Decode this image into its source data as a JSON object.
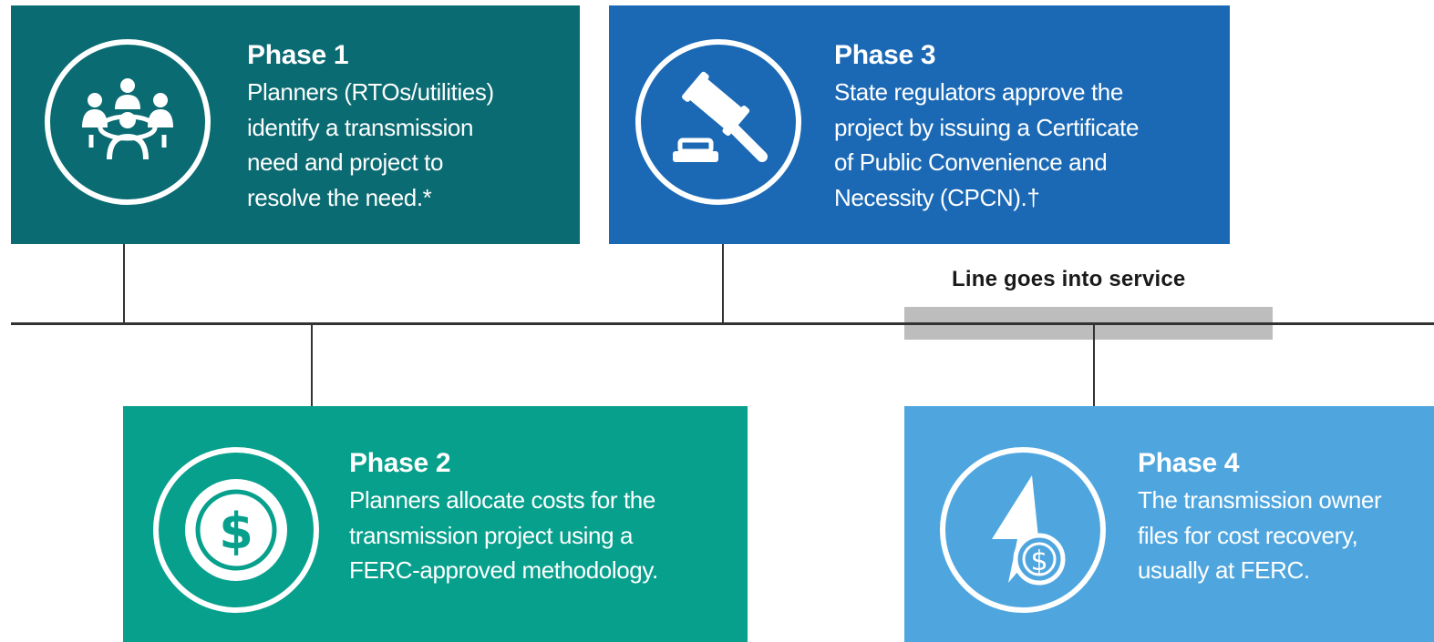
{
  "phases": [
    {
      "title": "Phase 1",
      "description": "Planners (RTOs/utilities)\nidentify a transmission\nneed and project to\nresolve the need.*",
      "icon": "meeting-people-icon",
      "color": "#0a6b72"
    },
    {
      "title": "Phase 2",
      "description": "Planners allocate costs for the\ntransmission project using a\nFERC-approved methodology.",
      "icon": "dollar-coin-icon",
      "color": "#06a08c"
    },
    {
      "title": "Phase 3",
      "description": "State regulators approve the\nproject by issuing a Certificate\nof Public Convenience and\nNecessity (CPCN).†",
      "icon": "gavel-icon",
      "color": "#1b69b5"
    },
    {
      "title": "Phase 4",
      "description": "The transmission owner\nfiles for cost recovery,\nusually at FERC.",
      "icon": "lightning-dollar-icon",
      "color": "#4fa6df"
    }
  ],
  "timeline": {
    "service_label": "Line goes into service",
    "line_color": "#333333",
    "band_color": "#bdbdbd"
  }
}
